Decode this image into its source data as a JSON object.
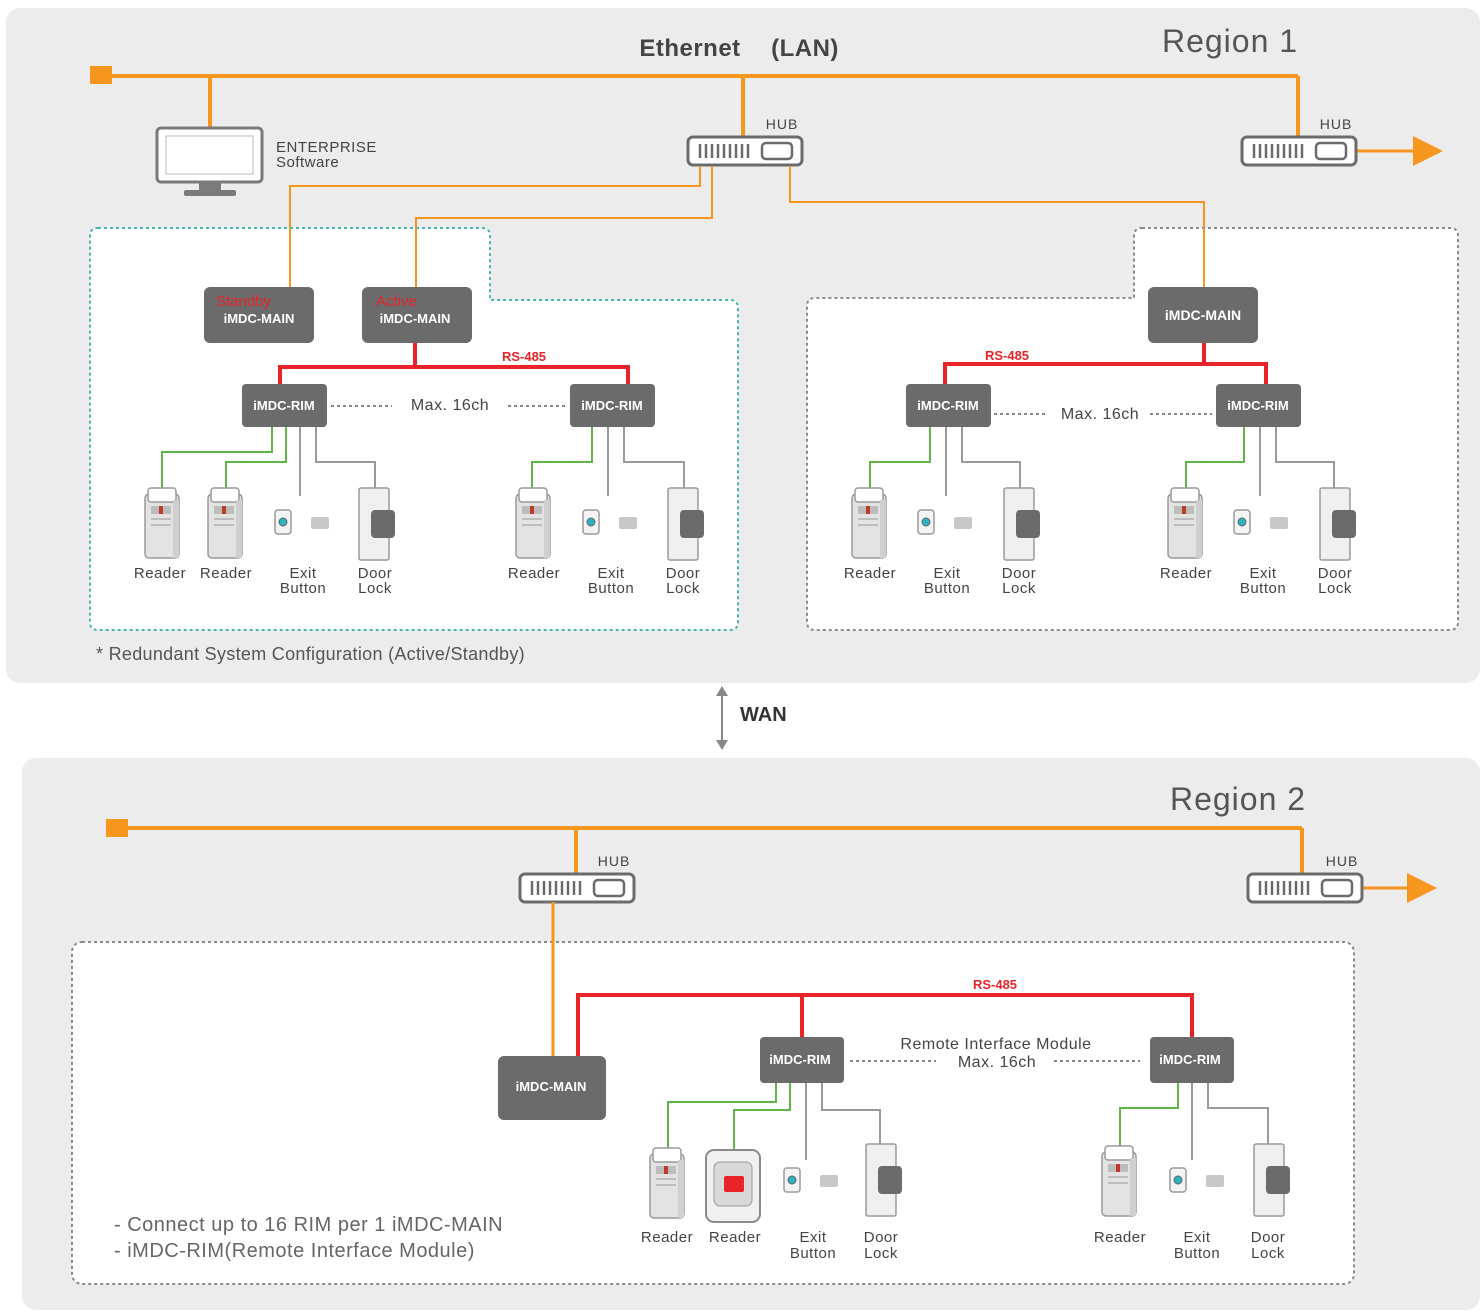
{
  "region1": {
    "title": "Region 1",
    "network": "Ethernet",
    "network_suffix": "(LAN)",
    "hub_left": "HUB",
    "hub_right": "HUB",
    "enterprise_line1": "ENTERPRISE",
    "enterprise_line2": "Software",
    "standby": "Standby",
    "active": "Active",
    "main_label": "iMDC-MAIN",
    "rs485": "RS-485",
    "rim_label": "iMDC-RIM",
    "max_ch": "Max. 16ch",
    "reader": "Reader",
    "exit_line1": "Exit",
    "exit_line2": "Button",
    "door_line1": "Door",
    "door_line2": "Lock",
    "redundant_note": "* Redundant System Configuration (Active/Standby)"
  },
  "wan": "WAN",
  "region2": {
    "title": "Region 2",
    "hub_left": "HUB",
    "hub_right": "HUB",
    "rs485": "RS-485",
    "main_label": "iMDC-MAIN",
    "rim_label": "iMDC-RIM",
    "remote_module": "Remote Interface Module",
    "max_ch": "Max. 16ch",
    "reader": "Reader",
    "exit_line1": "Exit",
    "exit_line2": "Button",
    "door_line1": "Door",
    "door_line2": "Lock",
    "note_line1": "- Connect up to 16 RIM per 1 iMDC-MAIN",
    "note_line2": "- iMDC-RIM(Remote Interface Module)"
  },
  "colors": {
    "ethernet": "#f7961e",
    "rs485": "#e8242a",
    "wiegand": "#5fb548",
    "panel_bg": "#ececec",
    "device_box": "#6b6b6b"
  }
}
